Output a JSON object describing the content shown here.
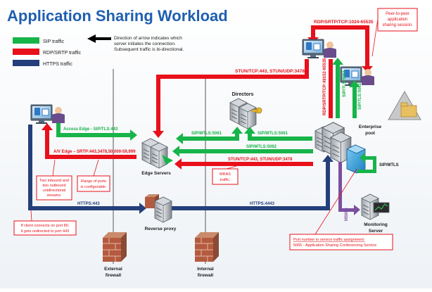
{
  "title": "Application Sharing Workload",
  "legend": {
    "sip": "SIP traffic",
    "rdp": "RDP/SRTP traffic",
    "https": "HTTPS traffic",
    "direction_line1": "Direction of arrow indicates which",
    "direction_line2": "server initiates the connection.",
    "direction_line3": "Subsequent traffic is bi-directional."
  },
  "colors": {
    "sip": "#17b44a",
    "rdp": "#e8101a",
    "https": "#243f7a",
    "msmq": "#7b4fa0",
    "title": "#1f5fb0"
  },
  "nodes": {
    "directors": "Directors",
    "edge_servers": "Edge Servers",
    "enterprise_pool_1": "Enterprise",
    "enterprise_pool_2": "pool",
    "reverse_proxy": "Reverse proxy",
    "monitoring_1": "Monitoring",
    "monitoring_2": "Server",
    "external_fw_1": "External",
    "external_fw_2": "firewall",
    "internal_fw_1": "Internal",
    "internal_fw_2": "firewall"
  },
  "flows": {
    "rdp_top": "RDP/SRTP/TCP:1024-65535",
    "stun_top": "STUN/TCP:443, STUN/UDP:3478",
    "rdp_vertical": "RDP/SRTP/TCP:49152-65535",
    "sip_tls_1": "SIP/TLS:5061",
    "sip_tls_2": "SIP/TLS:5061",
    "access_edge": "Access Edge - SIP/TLS:443",
    "av_edge": "A/V Edge – SRTP:443,3478,50,000-59,999",
    "sip_mtls_dir1": "SIP/MTLS:5061",
    "sip_mtls_dir2": "SIP/MTLS:5061",
    "sip_mtls_5062": "SIP/MTLS:5062",
    "stun_bottom": "STUN/TCP:443, STUN/UDP:3478",
    "sip_mtls_right": "SIP/MTLS",
    "https_443": "HTTPS:443",
    "https_4443": "HTTPS:4443",
    "msmq": "MSMQ"
  },
  "callouts": {
    "p2p_1": "Peer-to-peer",
    "p2p_2": "application",
    "p2p_3": "sharing session.",
    "inout_1": "Two inbound and",
    "inout_2": "two outbound",
    "inout_3": "unidirectional",
    "inout_4": "streams.",
    "range_1": "Range of ports",
    "range_2": "is configurable.",
    "mras_1": "MRAS",
    "mras_2": "traffic.",
    "port80_1": "If client connects on port 80,",
    "port80_2": "it gets redirected to port 443",
    "assign_1": "Port number to service traffic assignment:",
    "assign_2": "5065 - Application Sharing Conferencing Service"
  }
}
